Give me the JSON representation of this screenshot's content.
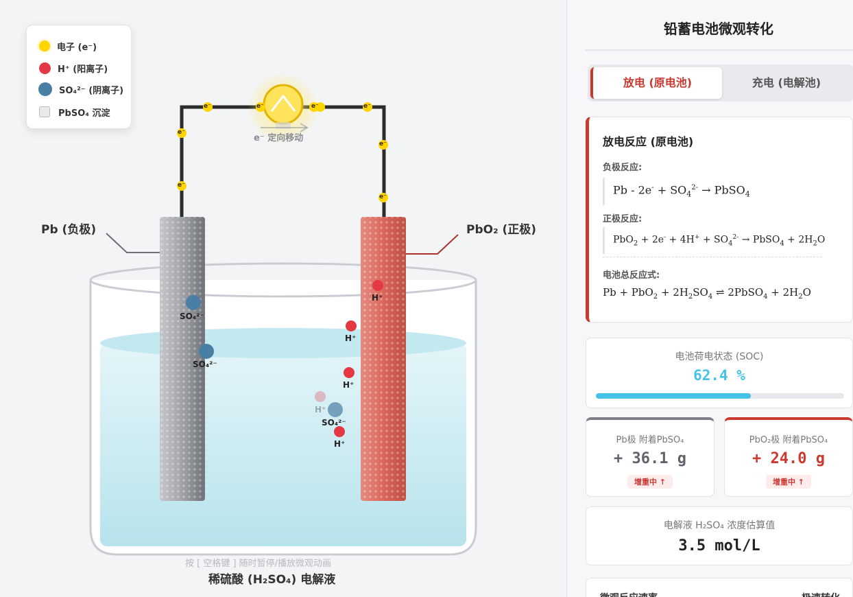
{
  "legend": {
    "items": [
      {
        "label": "电子 (e⁻)",
        "color": "#ffd500",
        "kind": "dot"
      },
      {
        "label": "H⁺ (阳离子)",
        "color": "#e53845",
        "kind": "dot"
      },
      {
        "label": "SO₄²⁻ (阴离子)",
        "color": "#4a7fa5",
        "kind": "dot"
      },
      {
        "label": "PbSO₄ 沉淀",
        "color": "#e9eaee",
        "kind": "square"
      }
    ]
  },
  "stage": {
    "electron_symbol": "e⁻",
    "electron_flow_label": "e⁻ 定向移动",
    "anode_label": "Pb (负极)",
    "cathode_label": "PbO₂ (正极)",
    "hint": "按 [ 空格键 ] 随时暂停/播放微观动画",
    "electrolyte_label": "稀硫酸 (H₂SO₄) 电解液",
    "ions": {
      "so4": "SO₄²⁻",
      "h": "H⁺"
    }
  },
  "panel": {
    "title": "铅蓄电池微观转化",
    "tabs": {
      "discharge": "放电 (原电池)",
      "charge": "充电 (电解池)"
    },
    "reaction": {
      "heading": "放电反应 (原电池)",
      "negative_label": "负极反应:",
      "positive_label": "正极反应:",
      "total_label": "电池总反应式:"
    },
    "soc": {
      "label": "电池荷电状态 (SOC)",
      "value": "62.4 %",
      "fraction": 0.624
    },
    "pb": {
      "label": "Pb极 附着PbSO₄",
      "value": "+ 36.1 g",
      "badge": "增重中 ↑"
    },
    "pbo2": {
      "label": "PbO₂极 附着PbSO₄",
      "value": "+ 24.0 g",
      "badge": "增重中 ↑"
    },
    "concentration": {
      "label": "电解液 H₂SO₄ 浓度估算值",
      "value": "3.5 mol/L"
    },
    "speed": {
      "label": "微观反应速率",
      "value": "极速转化"
    }
  },
  "colors": {
    "accent": "#c9392f",
    "soc": "#45c3e6",
    "electron": "#ffd500",
    "proton": "#e53845",
    "sulfate": "#4a7fa5"
  }
}
